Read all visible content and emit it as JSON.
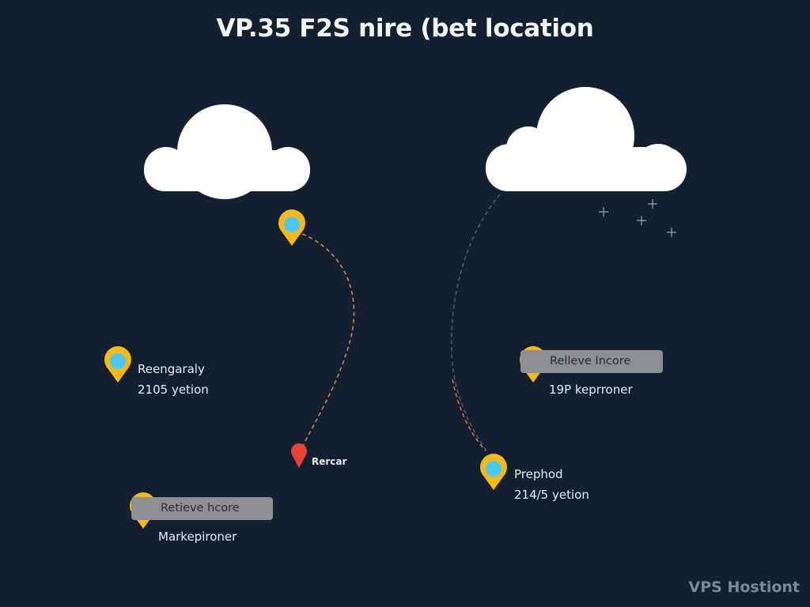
{
  "title": "VP.35 F2S nire (bet location",
  "watermark": "VPS Hostiont",
  "colors": {
    "background": "#14202f",
    "pin_outer": "#f2b81c",
    "pin_inner": "#4fc8f0",
    "pin_red": "#e8423a",
    "route_dashed": "#d9824a",
    "cloud": "#ffffff",
    "pill_bg": "#8d8f93"
  },
  "icons": {
    "cloud_left": "cloud-icon",
    "cloud_right": "cloud-icon",
    "pin": "location-pin-icon",
    "sparkle": "sparkle-icon"
  },
  "markers": {
    "top_pin": {
      "label": ""
    },
    "left": {
      "title": "Reengaraly",
      "subtitle": "2105 yetion"
    },
    "right_top": {
      "pill": "Relleve Incore",
      "subtitle": "19P keprroner"
    },
    "center_red": {
      "label": "Rercar"
    },
    "bottom_left": {
      "pill": "Retieve hcore",
      "subtitle": "Markepironer"
    },
    "bottom_right": {
      "title": "Prephod",
      "subtitle": "214/5 yetion"
    }
  }
}
